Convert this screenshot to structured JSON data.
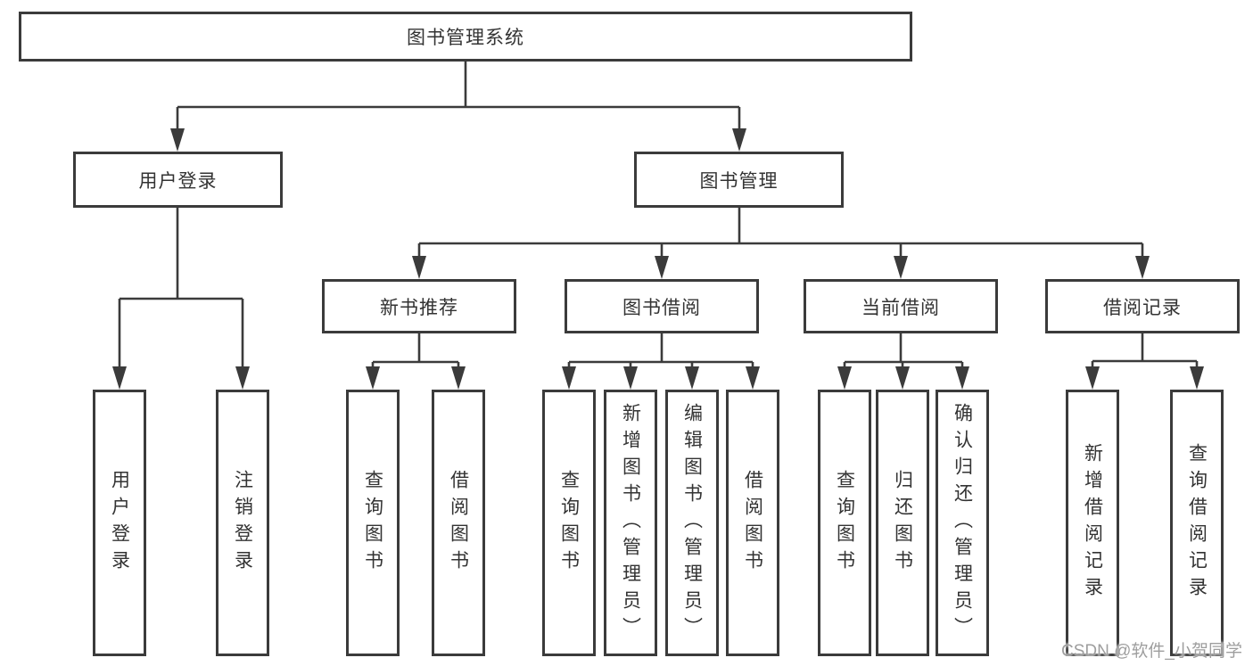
{
  "diagram": {
    "tree": {
      "label": "图书管理系统",
      "children": [
        {
          "label": "用户登录",
          "children": [
            {
              "label": "用户登录"
            },
            {
              "label": "注销登录"
            }
          ]
        },
        {
          "label": "图书管理",
          "children": [
            {
              "label": "新书推荐",
              "children": [
                {
                  "label": "查询图书"
                },
                {
                  "label": "借阅图书"
                }
              ]
            },
            {
              "label": "图书借阅",
              "children": [
                {
                  "label": "查询图书"
                },
                {
                  "label": "新增图书（管理员）"
                },
                {
                  "label": "编辑图书（管理员）"
                },
                {
                  "label": "借阅图书"
                }
              ]
            },
            {
              "label": "当前借阅",
              "children": [
                {
                  "label": "查询图书"
                },
                {
                  "label": "归还图书"
                },
                {
                  "label": "确认归还（管理员）"
                }
              ]
            },
            {
              "label": "借阅记录",
              "children": [
                {
                  "label": "新增借阅记录"
                },
                {
                  "label": "查询借阅记录"
                }
              ]
            }
          ]
        }
      ]
    }
  },
  "watermark": {
    "text": "CSDN @软件_小贺同学"
  },
  "colors": {
    "line": "#3b3b3b",
    "border": "#3b3b3b",
    "fill": "#ffffff",
    "text": "#333333",
    "watermark": "#9e9e9e",
    "background": "#ffffff"
  }
}
